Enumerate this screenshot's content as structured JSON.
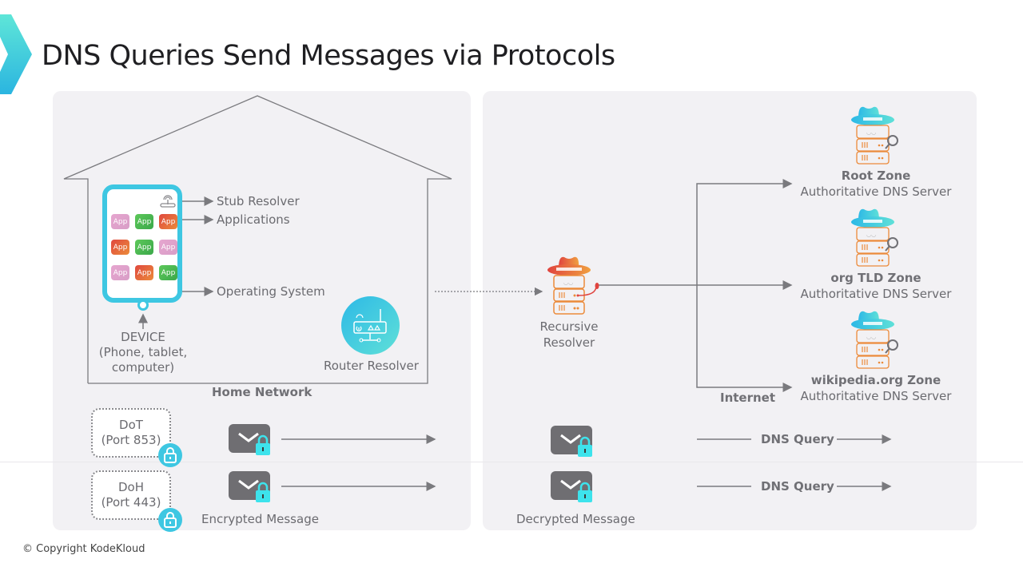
{
  "title": "DNS Queries Send Messages via Protocols",
  "brand_color": "#3ecfe0",
  "home_network": {
    "label": "Home Network",
    "device_labels": {
      "stub_resolver": "Stub Resolver",
      "applications": "Applications",
      "operating_system": "Operating System"
    },
    "apps": [
      "App",
      "App",
      "App",
      "App",
      "App",
      "App",
      "App",
      "App",
      "App"
    ],
    "device_caption": [
      "DEVICE",
      "(Phone, tablet,",
      "computer)"
    ],
    "router_resolver": "Router Resolver"
  },
  "recursive_resolver": [
    "Recursive",
    "Resolver"
  ],
  "internet_label": "Internet",
  "authoritative_servers": [
    {
      "zone": "Root Zone",
      "type": "Authoritative DNS Server"
    },
    {
      "zone": "org TLD Zone",
      "type": "Authoritative DNS Server"
    },
    {
      "zone": "wikipedia.org Zone",
      "type": "Authoritative DNS Server"
    }
  ],
  "protocols": [
    {
      "name": "DoT",
      "port": "(Port 853)",
      "query": "DNS Query"
    },
    {
      "name": "DoH",
      "port": "(Port 443)",
      "query": "DNS Query"
    }
  ],
  "encrypted_message": "Encrypted Message",
  "decrypted_message": "Decrypted Message",
  "copyright": "© Copyright KodeKloud"
}
